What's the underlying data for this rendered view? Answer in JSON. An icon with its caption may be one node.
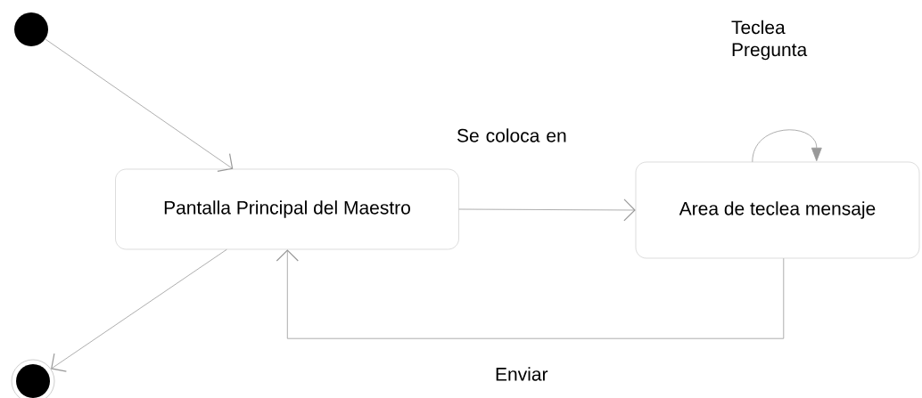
{
  "diagram": {
    "nodes": [
      {
        "text": [],
        "shape": "circle"
      },
      {
        "text": [
          "Pantalla Principal del Maestro"
        ]
      },
      {
        "text": [
          "Area de teclea mensaje"
        ]
      },
      {
        "text": [],
        "shape": "circle"
      }
    ],
    "edges": [
      {
        "from": 0,
        "to": 1,
        "arrow": "to"
      },
      {
        "from": 1,
        "to": 2,
        "label": "Se coloca en",
        "arrow": "to"
      },
      {
        "from": 2,
        "to": 2,
        "label": "Teclea Pregunta",
        "arrow": "to"
      },
      {
        "from": 2,
        "to": 1,
        "label": "Enviar",
        "arrow": "to"
      },
      {
        "from": 1,
        "to": 3,
        "arrow": "to"
      }
    ]
  }
}
